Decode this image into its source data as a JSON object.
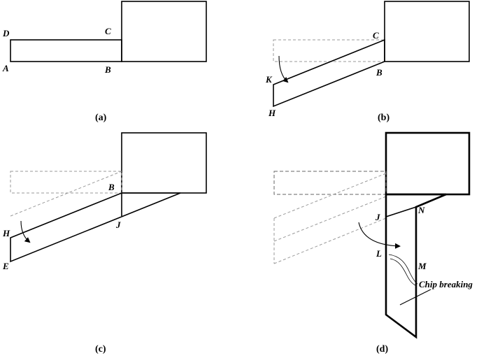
{
  "panels": [
    {
      "caption": "(a)",
      "points": [
        "D",
        "C",
        "A",
        "B"
      ]
    },
    {
      "caption": "(b)",
      "points": [
        "C",
        "K",
        "B",
        "H"
      ]
    },
    {
      "caption": "(c)",
      "points": [
        "B",
        "H",
        "J",
        "E"
      ]
    },
    {
      "caption": "(d)",
      "points": [
        "J",
        "N",
        "L",
        "M"
      ],
      "annotation": "Chip breaking"
    }
  ]
}
